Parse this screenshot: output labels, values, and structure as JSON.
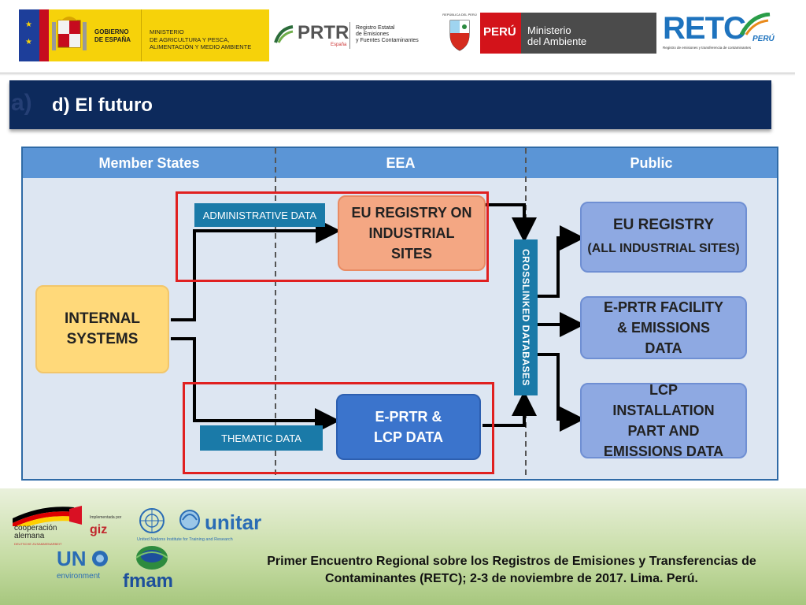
{
  "header": {
    "gobierno_line1": "GOBIERNO",
    "gobierno_line2": "DE ESPAÑA",
    "ministerio_line1": "MINISTERIO",
    "ministerio_line2": "DE AGRICULTURA Y PESCA,",
    "ministerio_line3": "ALIMENTACIÓN Y MEDIO AMBIENTE",
    "prtr_title": "PRTR",
    "prtr_sub": "España",
    "prtr_desc1": "Registro Estatal",
    "prtr_desc2": "de Emisiones",
    "prtr_desc3": "y Fuentes Contaminantes",
    "peru_label": "PERÚ",
    "minam_line1": "Ministerio",
    "minam_line2": "del Ambiente",
    "retc_title": "RETC",
    "retc_peru": "PERÚ",
    "retc_desc": "Registro de emisiones y transferencia de contaminantes",
    "escudo_label": "REPÚBLICA DEL PERÚ"
  },
  "title": {
    "ghost": "a)",
    "text": "d) El futuro"
  },
  "diagram": {
    "columns": [
      "Member States",
      "EEA",
      "Public"
    ],
    "internal_systems": "INTERNAL SYSTEMS",
    "administrative_data": "ADMINISTRATIVE DATA",
    "thematic_data": "THEMATIC DATA",
    "eu_registry_industrial": "EU REGISTRY ON INDUSTRIAL SITES",
    "eprtr_lcp_data": "E-PRTR & LCP DATA",
    "crosslinked": "CROSSLINKED DATABASES",
    "eu_registry_line1": "EU REGISTRY",
    "eu_registry_line2": "(ALL INDUSTRIAL SITES)",
    "eprtr_facility": "E-PRTR FACILITY & EMISSIONS DATA",
    "lcp_installation": "LCP INSTALLATION PART AND EMISSIONS DATA"
  },
  "footer": {
    "cooperacion1": "cooperación",
    "cooperacion2": "alemana",
    "cooperacion3": "DEUTSCHE ZUSAMMENARBEIT",
    "implementada": "Implementada por",
    "giz": "giz",
    "un_environment1": "UN",
    "un_environment2": "environment",
    "unitar": "unitar",
    "unitar_desc": "United Nations Institute for Training and Research",
    "fmam": "fmam",
    "text_line1": "Primer Encuentro Regional sobre los Registros de Emisiones y Transferencias de",
    "text_line2": "Contaminantes (RETC); 2-3 de noviembre de 2017. Lima. Perú."
  },
  "colors": {
    "title_bar": "#0d2a5c",
    "column_header": "#5b95d6",
    "highlight_red": "#e02020",
    "teal_label": "#1a7aa8"
  }
}
